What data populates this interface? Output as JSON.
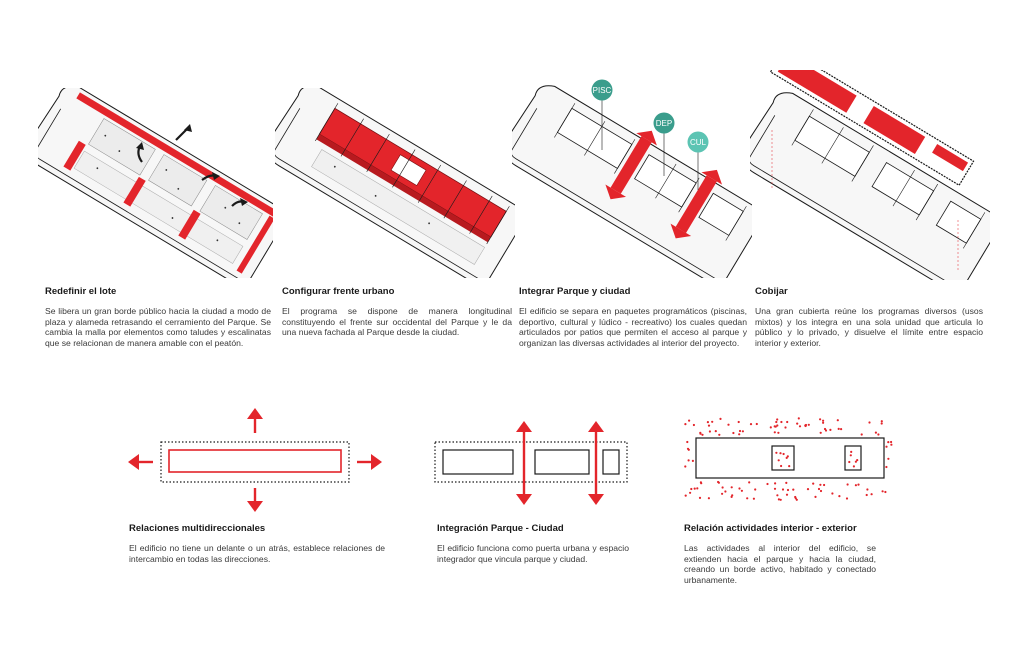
{
  "colors": {
    "accent_red": "#e3252b",
    "teal": "#3a9d8c",
    "teal_light": "#5cc4b3",
    "outline": "#1a1a1a",
    "text": "#3a3a3a"
  },
  "panels": [
    {
      "title": "Redefinir el lote",
      "body": "Se libera un gran borde público hacia la ciudad a modo de plaza y alameda retrasando el cerramiento del Parque. Se cambia la malla por elementos como taludes y escalinatas que se relacionan de manera amable con el peatón."
    },
    {
      "title": "Configurar frente urbano",
      "body": "El programa se dispone de manera longitudinal constituyendo el frente sur occidental del Parque y le da una nueva fachada al Parque desde la ciudad."
    },
    {
      "title": "Integrar Parque y ciudad",
      "body": "El edificio se separa en paquetes programáticos (piscinas, deportivo, cultural y lúdico - recreativo) los cuales quedan articulados por patios que permiten el acceso al parque y organizan las diversas actividades al interior del proyecto.",
      "bubbles": [
        "PISC",
        "DEP",
        "CUL"
      ]
    },
    {
      "title": "Cobijar",
      "body": "Una gran cubierta reúne los programas diversos (usos mixtos) y los integra en una sola unidad que articula lo público y lo privado, y disuelve el límite entre espacio interior y exterior."
    }
  ],
  "diagrams": [
    {
      "title": "Relaciones multidireccionales",
      "body": "El edificio no tiene un delante o un atrás, establece relaciones de intercambio en todas las direcciones."
    },
    {
      "title": "Integración Parque - Ciudad",
      "body": "El edificio funciona como puerta urbana y espacio integrador que vincula parque y ciudad."
    },
    {
      "title": "Relación actividades interior - exterior",
      "body": "Las actividades al interior del edificio, se extienden hacia el parque y hacia la ciudad, creando un borde activo, habitado y conectado urbanamente."
    }
  ]
}
